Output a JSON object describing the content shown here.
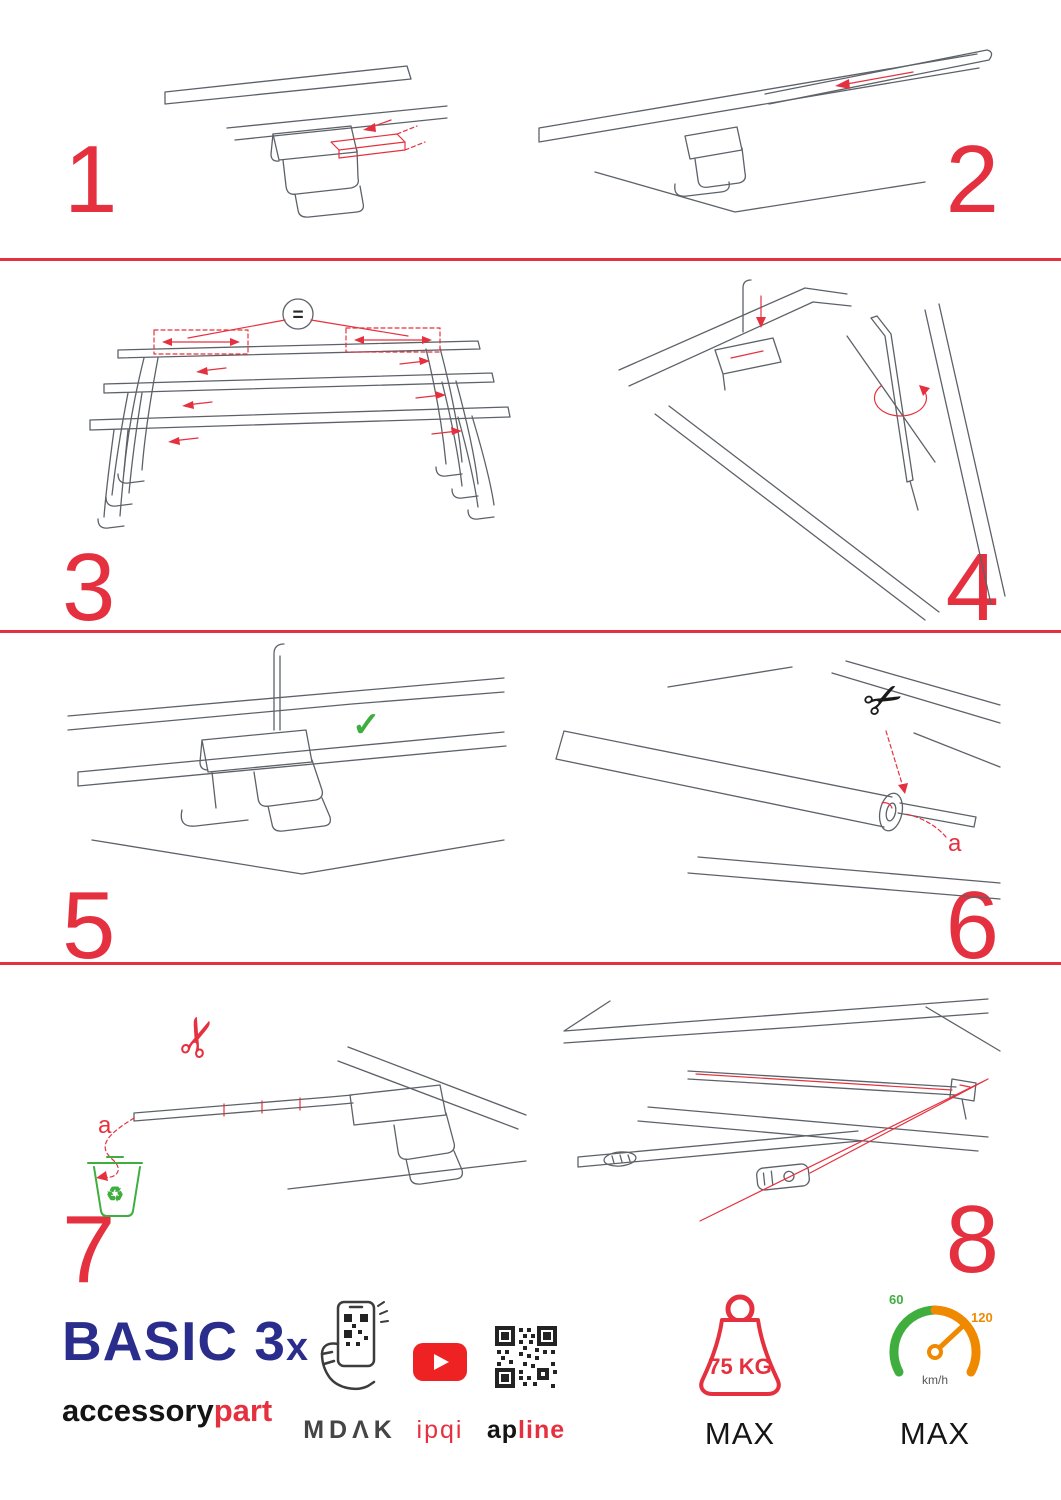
{
  "steps": [
    {
      "number": "1"
    },
    {
      "number": "2"
    },
    {
      "number": "3"
    },
    {
      "number": "4"
    },
    {
      "number": "5"
    },
    {
      "number": "6"
    },
    {
      "number": "7"
    },
    {
      "number": "8"
    }
  ],
  "annotations": {
    "equal_sign": "=",
    "label_a_step6": "a",
    "label_a_step7": "a"
  },
  "icons": {
    "scissors": "✂",
    "recycle": "♻",
    "check": "✓"
  },
  "footer": {
    "product_name": "BASIC 3",
    "product_suffix": "x",
    "brand_part1": "accessory",
    "brand_part2": "part",
    "logos": {
      "mdak": "MDΛK",
      "ipqi": "ipqi",
      "apline_part1": "ap",
      "apline_part2": "line"
    },
    "weight": {
      "value": "75 KG",
      "label": "MAX"
    },
    "speed": {
      "low": "60",
      "high": "120",
      "unit": "km/h",
      "label": "MAX"
    }
  },
  "colors": {
    "accent_red": "#e5313f",
    "navy": "#2b2d8c",
    "green": "#3fae3f",
    "orange": "#ef8a00",
    "ink": "#161616",
    "line_gray": "#5d6269",
    "youtube_red": "#ee2222"
  }
}
